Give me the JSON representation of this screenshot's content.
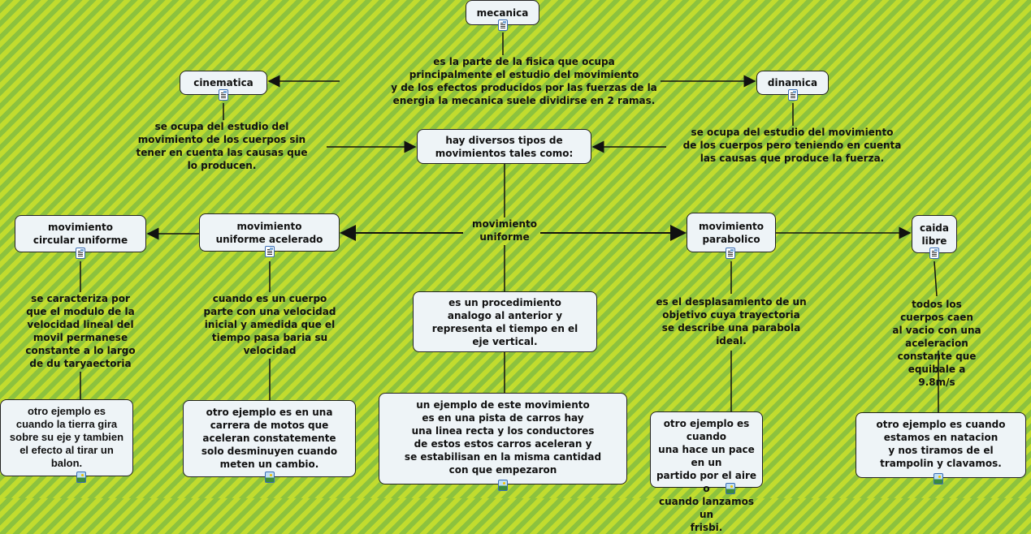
{
  "concepts": {
    "mecanica": "mecanica",
    "cinematica": "cinematica",
    "dinamica": "dinamica",
    "tipos": "hay diversos tipos de\nmovimientos tales como:",
    "circular": "movimiento\ncircular uniforme",
    "acelerado": "movimiento\nuniforme acelerado",
    "parabolico": "movimiento\nparabolico",
    "caida": "caida\nlibre",
    "procedimiento": "es un procedimiento\nanalogo al anterior y\nrepresenta el tiempo en el\neje vertical.",
    "ej_circular": "otro ejemplo es\ncuando la tierra gira\nsobre su eje y tambien\nel efecto al tirar un\nbalon.",
    "ej_acelerado": "otro ejemplo es en una\ncarrera de motos que\naceleran constatemente\nsolo desminuyen cuando\nmeten un cambio.",
    "ej_uniforme": "un ejemplo de este movimiento\nes en una pista de carros hay\nuna linea recta y los conductores\nde estos estos carros aceleran y\nse estabilisan en la misma cantidad\ncon que empezaron",
    "ej_parabolico": "otro ejemplo es cuando\nuna hace un pace en un\npartido por el aire o\ncuando lanzamos un\nfrisbi.",
    "ej_caida": "otro ejemplo es cuando\nestamos en natacion\ny nos tiramos de el\ntrampolin y clavamos."
  },
  "phrases": {
    "mecanica_def": "es la parte de la fisica que ocupa\nprincipalmente el estudio del movimiento\ny de los efectos producidos por las fuerzas de la\nenergia la mecanica suele dividirse en 2 ramas.",
    "cinematica_def": "se ocupa del estudio del\nmovimiento de los cuerpos sin\ntener en cuenta las causas que\nlo producen.",
    "dinamica_def": "se ocupa del estudio del movimiento\nde los cuerpos pero teniendo en cuenta\nlas causas que produce la fuerza.",
    "uniforme": "movimiento\nuniforme",
    "circular_def": "se caracteriza por\nque el modulo de la\nvelocidad lineal del\nmovil permanese\nconstante a lo largo\nde du taryaectoria",
    "acelerado_def": "cuando es un  cuerpo\nparte con una velocidad\ninicial y amedida que el\ntiempo pasa baria su\nvelocidad",
    "parabolico_def": "es el desplasamiento de un\nobjetivo cuya trayectoria\nse describe una parabola\nideal.",
    "caida_def": "todos los cuerpos caen\nal vacio con una aceleracion\nconstante que equibale a\n9.8m/s"
  }
}
